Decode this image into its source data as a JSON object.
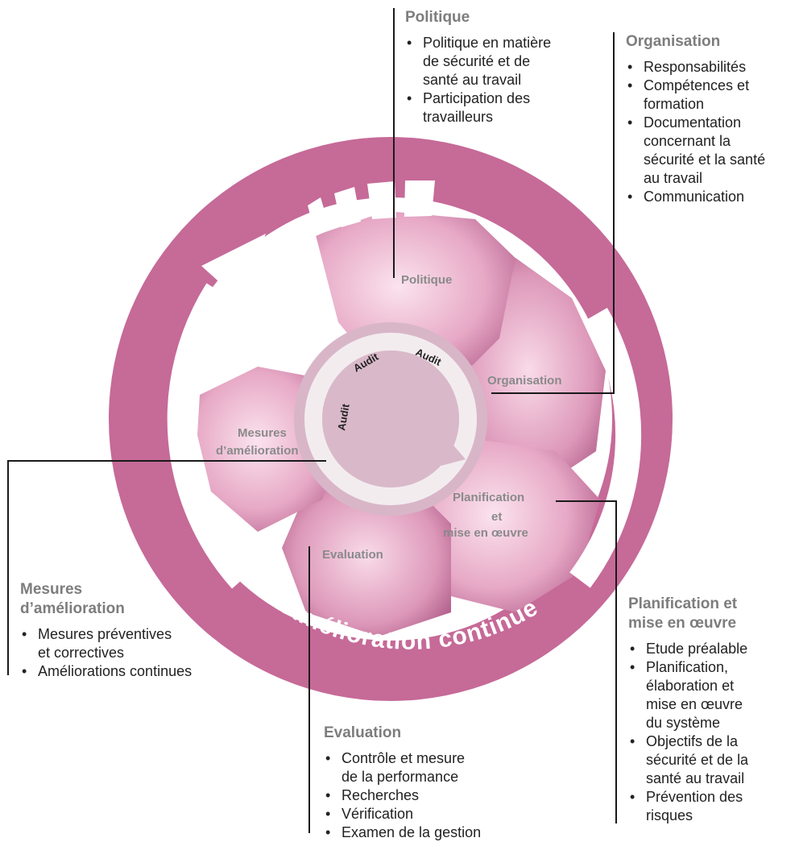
{
  "colors": {
    "ring": "#c66a98",
    "petal_light": "#f7d6e6",
    "petal_dark": "#a94f80",
    "center": "#d8b6c8",
    "inner_ring": "#f0e6ea",
    "leader": "#1a1a1a",
    "heading_gray": "#7d7d7d"
  },
  "diagram": {
    "ring_text": "Amélioration continue",
    "audit_labels": [
      "Audit",
      "Audit",
      "Audit"
    ],
    "petal_labels": {
      "politique": "Politique",
      "organisation": "Organisation",
      "planification": [
        "Planification",
        "et",
        "mise en œuvre"
      ],
      "evaluation": "Evaluation",
      "mesures": [
        "Mesures",
        "d’amélioration"
      ]
    }
  },
  "panels": {
    "politique": {
      "title": "Politique",
      "items": [
        "Politique en matière\nde sécurité et de\nsanté au travail",
        "Participation des\ntravailleurs"
      ]
    },
    "organisation": {
      "title": "Organisation",
      "items": [
        "Responsabilités",
        "Compétences et\nformation",
        "Documentation\nconcernant la\nsécurité et la santé\nau travail",
        "Communication"
      ]
    },
    "mesures": {
      "title_lines": [
        "Mesures",
        "d’amélioration"
      ],
      "items": [
        "Mesures préventives\net correctives",
        "Améliorations continues"
      ]
    },
    "planification": {
      "title_lines": [
        "Planification et",
        "mise en œuvre"
      ],
      "items": [
        "Etude préalable",
        "Planification,\nélaboration et\nmise en œuvre\ndu système",
        "Objectifs de la\nsécurité et de la\nsanté au travail",
        "Prévention des\nrisques"
      ]
    },
    "evaluation": {
      "title": "Evaluation",
      "items": [
        "Contrôle et mesure\nde la performance",
        "Recherches",
        "Vérification",
        "Examen de la gestion"
      ]
    }
  }
}
